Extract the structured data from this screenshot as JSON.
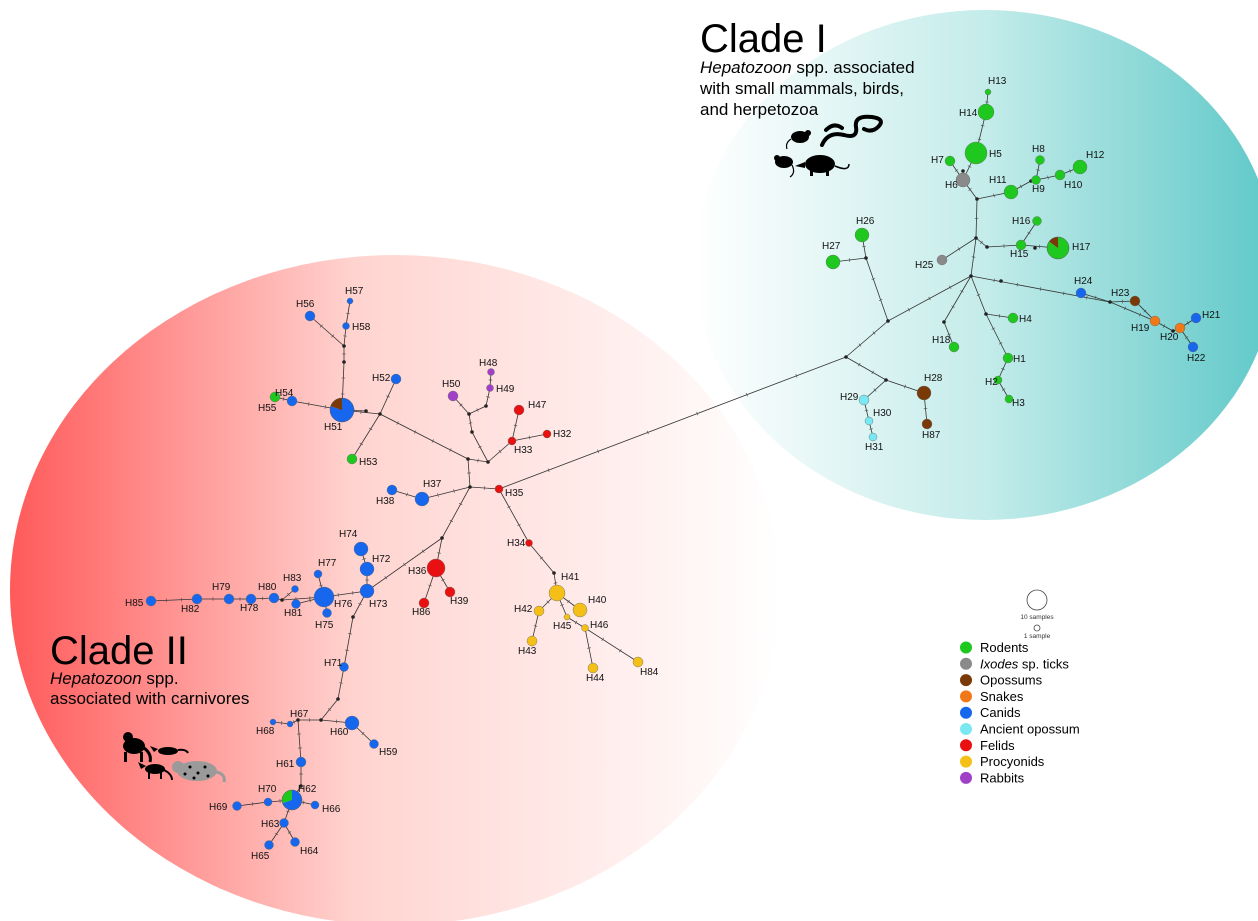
{
  "clades": {
    "clade1": {
      "title": "Clade I",
      "genus": "Hepatozoon",
      "line1_rest": " spp. associated",
      "line2": "with small mammals, birds,",
      "line3": "and herpetozoa"
    },
    "clade2": {
      "title": "Clade II",
      "genus": "Hepatozoon",
      "line1_rest": " spp.",
      "line2": "associated with carnivores"
    }
  },
  "scale": {
    "large": "10 samples",
    "small": "1 sample"
  },
  "legend": [
    {
      "label": "Rodents",
      "color": "#1ec81e"
    },
    {
      "label_italic": "Ixodes",
      "label": " sp. ticks",
      "color": "#8a8a8a"
    },
    {
      "label": "Opossums",
      "color": "#7a3a08"
    },
    {
      "label": "Snakes",
      "color": "#f07818"
    },
    {
      "label": "Canids",
      "color": "#1766ee"
    },
    {
      "label": "Ancient opossum",
      "color": "#7ae8f2"
    },
    {
      "label": "Felids",
      "color": "#e81010"
    },
    {
      "label": "Procyonids",
      "color": "#f4c018"
    },
    {
      "label": "Rabbits",
      "color": "#a040c8"
    }
  ],
  "haplotypes": [
    "H1",
    "H2",
    "H3",
    "H4",
    "H5",
    "H6",
    "H7",
    "H8",
    "H9",
    "H10",
    "H11",
    "H12",
    "H13",
    "H14",
    "H15",
    "H16",
    "H17",
    "H18",
    "H19",
    "H20",
    "H21",
    "H22",
    "H23",
    "H24",
    "H25",
    "H26",
    "H27",
    "H28",
    "H29",
    "H30",
    "H31",
    "H32",
    "H33",
    "H34",
    "H35",
    "H36",
    "H37",
    "H38",
    "H39",
    "H40",
    "H41",
    "H42",
    "H43",
    "H44",
    "H45",
    "H46",
    "H47",
    "H48",
    "H49",
    "H50",
    "H51",
    "H52",
    "H53",
    "H54",
    "H55",
    "H56",
    "H57",
    "H58",
    "H59",
    "H60",
    "H61",
    "H62",
    "H63",
    "H64",
    "H65",
    "H66",
    "H67",
    "H68",
    "H69",
    "H70",
    "H71",
    "H72",
    "H73",
    "H74",
    "H75",
    "H76",
    "H77",
    "H78",
    "H79",
    "H80",
    "H81",
    "H82",
    "H83",
    "H84",
    "H85",
    "H86",
    "H87"
  ]
}
